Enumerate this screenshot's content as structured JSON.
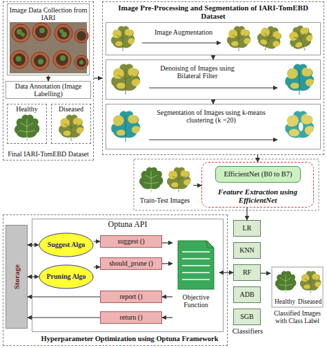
{
  "diagram": {
    "nodes": [
      {
        "text": [
          "Final IARI-TomEBD Dataset"
        ]
      },
      {
        "text": [
          "Image Data Collection from IARI"
        ],
        "in": 0
      },
      {
        "text": [
          "Data Annotation (Image Labelling)"
        ],
        "in": 0
      },
      {
        "text": [
          "Healthy"
        ],
        "in": 0
      },
      {
        "text": [
          "Diseased"
        ],
        "in": 0
      },
      {
        "text": [
          "Image Pre-Processing and Segmentation of IARI-TomEBD Dataset"
        ]
      },
      {
        "text": [
          "Image Augmentation"
        ],
        "in": 5
      },
      {
        "text": [
          "Denoising of Images using Bilateral Filter"
        ],
        "in": 5
      },
      {
        "text": [
          "Segmentation of Images using k-means clustering (k =20)"
        ],
        "in": 5
      },
      {
        "text": [
          "Train-Test Images"
        ]
      },
      {
        "text": [
          "Feature Extraction using EfficientNet"
        ]
      },
      {
        "text": [
          "EfficientNet (B0 to B7)"
        ],
        "in": 10
      },
      {
        "text": [
          "Hyperparameter Optimization using Optuna Framework"
        ]
      },
      {
        "text": [
          "Storage"
        ],
        "in": 12
      },
      {
        "text": [
          "Optuna API"
        ],
        "in": 12
      },
      {
        "text": [
          "Suggest Algo"
        ],
        "in": 14
      },
      {
        "text": [
          "Pruning Algo"
        ],
        "in": 14
      },
      {
        "text": [
          "suggest ()"
        ],
        "in": 14
      },
      {
        "text": [
          "should_prune ()"
        ],
        "in": 14
      },
      {
        "text": [
          "report ()"
        ],
        "in": 14
      },
      {
        "text": [
          "return ()"
        ],
        "in": 14
      },
      {
        "text": [
          "Objective Function"
        ],
        "in": 14
      },
      {
        "text": [
          "LR"
        ]
      },
      {
        "text": [
          "KNN"
        ]
      },
      {
        "text": [
          "RF"
        ]
      },
      {
        "text": [
          "ADB"
        ]
      },
      {
        "text": [
          "SGB"
        ]
      },
      {
        "text": [
          "Healthy",
          "Diseased",
          "Classified Images with Class Label"
        ]
      }
    ],
    "edges": [
      {
        "from": 1,
        "to": 2,
        "arrow": "to"
      },
      {
        "from": 0,
        "to": 5,
        "arrow": "to"
      },
      {
        "from": 6,
        "to": 7,
        "arrow": "to"
      },
      {
        "from": 7,
        "to": 8,
        "arrow": "to"
      },
      {
        "from": 5,
        "to": 10,
        "arrow": "to"
      },
      {
        "from": 9,
        "to": 10,
        "arrow": "to"
      },
      {
        "from": 10,
        "to": 22,
        "arrow": "to"
      },
      {
        "from": 13,
        "to": 15,
        "arrow": "both"
      },
      {
        "from": 13,
        "to": 16,
        "arrow": "both"
      },
      {
        "from": 15,
        "to": 17,
        "arrow": "to"
      },
      {
        "from": 16,
        "to": 18,
        "arrow": "to"
      },
      {
        "from": 17,
        "to": 21,
        "arrow": "to"
      },
      {
        "from": 18,
        "to": 21,
        "arrow": "to"
      },
      {
        "from": 21,
        "to": 19,
        "arrow": "to"
      },
      {
        "from": 21,
        "to": 20,
        "arrow": "to"
      },
      {
        "from": 19,
        "to": 13,
        "arrow": "to"
      },
      {
        "from": 20,
        "to": 13,
        "arrow": "to"
      },
      {
        "from": 21,
        "to": 24,
        "arrow": "both"
      },
      {
        "from": 24,
        "to": 27,
        "arrow": "to"
      }
    ],
    "labels": [
      "Classifiers"
    ]
  }
}
